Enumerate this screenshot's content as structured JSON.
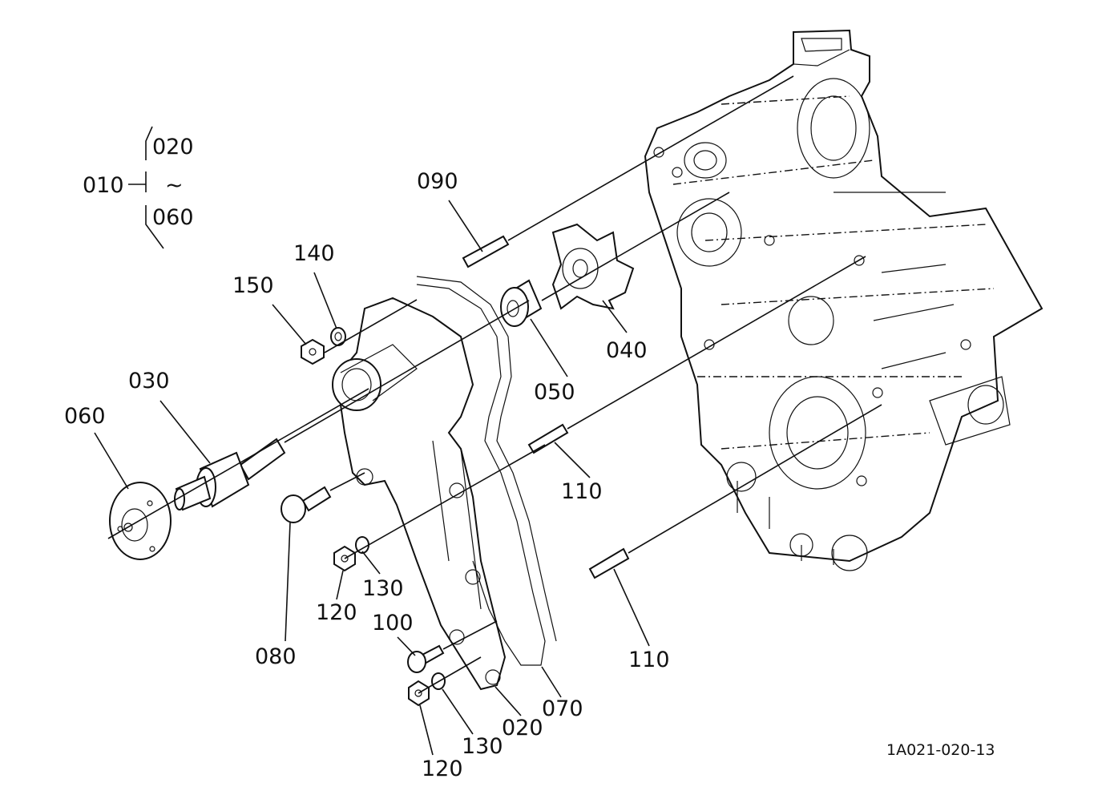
{
  "group": {
    "parent": "010",
    "from": "020",
    "sep": "~",
    "to": "060"
  },
  "callouts": [
    {
      "id": "c090",
      "text": "090"
    },
    {
      "id": "c140",
      "text": "140"
    },
    {
      "id": "c150",
      "text": "150"
    },
    {
      "id": "c030",
      "text": "030"
    },
    {
      "id": "c060",
      "text": "060"
    },
    {
      "id": "c050",
      "text": "050"
    },
    {
      "id": "c040",
      "text": "040"
    },
    {
      "id": "c110a",
      "text": "110"
    },
    {
      "id": "c110b",
      "text": "110"
    },
    {
      "id": "c130a",
      "text": "130"
    },
    {
      "id": "c120a",
      "text": "120"
    },
    {
      "id": "c080",
      "text": "080"
    },
    {
      "id": "c100",
      "text": "100"
    },
    {
      "id": "c070",
      "text": "070"
    },
    {
      "id": "c020",
      "text": "020"
    },
    {
      "id": "c130b",
      "text": "130"
    },
    {
      "id": "c120b",
      "text": "120"
    }
  ],
  "diagram_code": "1A021-020-13"
}
